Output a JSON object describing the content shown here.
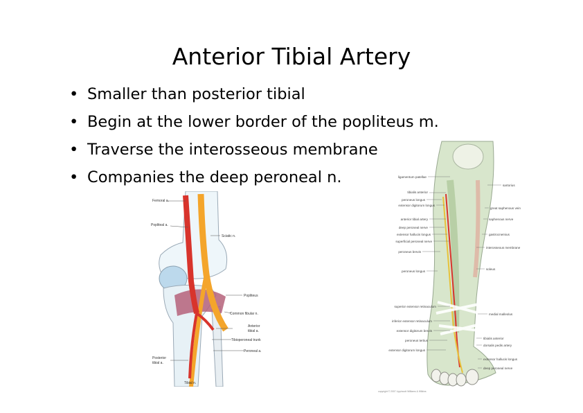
{
  "slide": {
    "title": "Anterior Tibial Artery",
    "bullet_marker": "•",
    "bullets": [
      "Smaller than posterior tibial",
      "Begin at the lower border of the popliteus m.",
      "Traverse the interosseous membrane",
      "Companies the deep peroneal n."
    ]
  },
  "knee_figure": {
    "labels": {
      "femoral_a": "Femoral a.",
      "popliteal_a": "Popliteal a.",
      "sciatic_n": "Sciatic n.",
      "popliteus": "Popliteus",
      "common_fibular_n": "Common fibular n.",
      "anterior_tibial_a_line1": "Anterior",
      "anterior_tibial_a_line2": "tibial a.",
      "tibioperoneal_trunk": "Tibioperoneal trunk",
      "peroneal_a": "Peroneal a.",
      "posterior_tibial_a_line1": "Posterior",
      "posterior_tibial_a_line2": "tibial a.",
      "tibial_n": "Tibial n."
    }
  },
  "leg_figure": {
    "left_labels": [
      "ligamentum patellae",
      "tibialis anterior",
      "peroneus longus",
      "extensor digitorum longus",
      "anterior tibial artery",
      "deep peroneal nerve",
      "extensor hallucis longus",
      "superficial peroneal nerve",
      "peroneus brevis",
      "peroneus longus",
      "superior extensor retinaculum",
      "inferior extensor retinaculum",
      "extensor digitorum brevis",
      "peroneus tertius",
      "extensor digitorum longus"
    ],
    "right_labels": [
      "sartorius",
      "great saphenous vein",
      "saphenous nerve",
      "gastrocnemius",
      "interosseous membrane",
      "soleus",
      "medial malleolus",
      "tibialis anterior",
      "dorsalis pedis artery",
      "extensor hallucis longus",
      "deep peroneal nerve"
    ],
    "copyright": "copyright © 2007 Lippincott Williams & Wilkins"
  }
}
